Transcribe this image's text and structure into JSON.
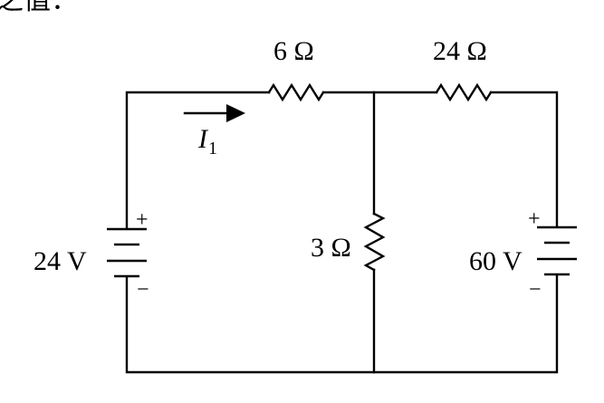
{
  "header": {
    "partial_text": "之值："
  },
  "resistors": {
    "r1": "6 Ω",
    "r2": "24 Ω",
    "r3": "3 Ω"
  },
  "sources": {
    "left": {
      "label": "24 V",
      "plus": "+",
      "minus": "−"
    },
    "right": {
      "label": "60 V",
      "plus": "+",
      "minus": "−"
    }
  },
  "current": {
    "symbol": "I",
    "subscript": "1"
  }
}
